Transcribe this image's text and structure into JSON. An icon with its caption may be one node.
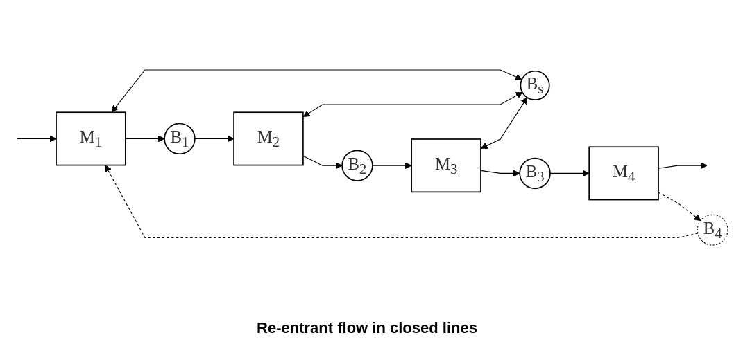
{
  "diagram": {
    "caption": "Re-entrant flow in closed lines",
    "nodes": [
      {
        "text": [
          "B$_{s}$"
        ]
      },
      {
        "text": [
          "M$_{1}$"
        ]
      },
      {
        "text": [
          "B$_{1}$"
        ]
      },
      {
        "text": [
          "M$_{2}$"
        ]
      },
      {
        "text": [
          "B$_{2}$"
        ]
      },
      {
        "text": [
          "M$_{3}$"
        ]
      },
      {
        "text": [
          "B$_{3}$"
        ]
      },
      {
        "text": [
          "M$_{4}$"
        ]
      },
      {
        "text": [
          "B$_{4}$"
        ]
      }
    ],
    "edges": [
      {
        "from": null,
        "to": 1,
        "arrow": "to"
      },
      {
        "from": 1,
        "to": 2,
        "arrow": "to"
      },
      {
        "from": 2,
        "to": 3,
        "arrow": "to"
      },
      {
        "from": 3,
        "to": 4,
        "arrow": "to"
      },
      {
        "from": 4,
        "to": 5,
        "arrow": "to"
      },
      {
        "from": 5,
        "to": 6,
        "arrow": "to"
      },
      {
        "from": 6,
        "to": 7,
        "arrow": "to"
      },
      {
        "from": 7,
        "to": null,
        "arrow": "to"
      },
      {
        "from": 1,
        "to": 0,
        "arrow": "both"
      },
      {
        "from": 3,
        "to": 0,
        "arrow": "both"
      },
      {
        "from": 5,
        "to": 0,
        "arrow": "both"
      },
      {
        "from": 7,
        "to": 8,
        "arrow": "to",
        "style": "dashed"
      },
      {
        "from": 8,
        "to": 1,
        "arrow": "to",
        "style": "dashed"
      }
    ]
  }
}
